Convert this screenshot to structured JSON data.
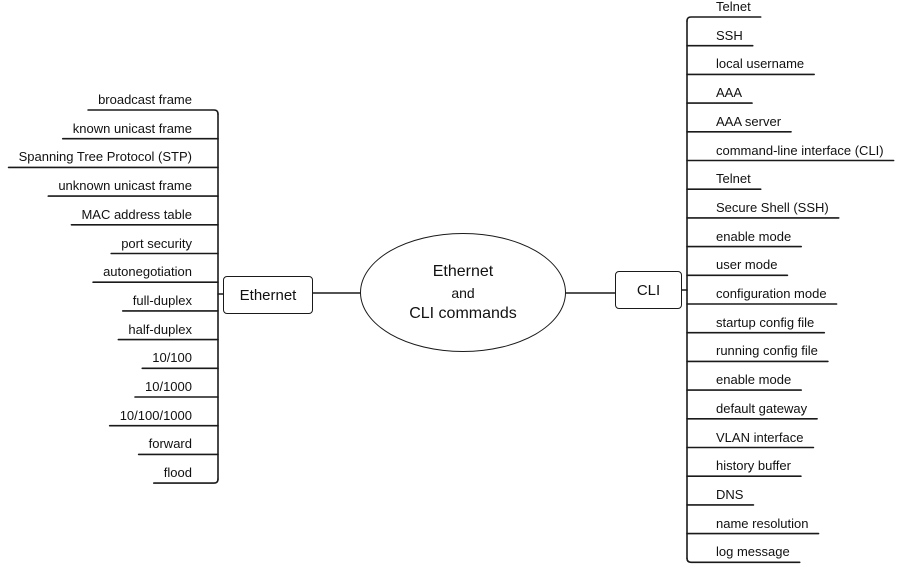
{
  "center": {
    "line1": "Ethernet",
    "line2": "and",
    "line3": "CLI commands"
  },
  "left_branch": {
    "label": "Ethernet",
    "items": [
      "broadcast frame",
      "known unicast frame",
      "Spanning Tree Protocol (STP)",
      "unknown unicast frame",
      "MAC address table",
      "port security",
      "autonegotiation",
      "full-duplex",
      "half-duplex",
      "10/100",
      "10/1000",
      "10/100/1000",
      "forward",
      "flood"
    ]
  },
  "right_branch": {
    "label": "CLI",
    "items": [
      "Telnet",
      "SSH",
      "local username",
      "AAA",
      "AAA server",
      "command-line interface (CLI)",
      "Telnet",
      "Secure Shell (SSH)",
      "enable mode",
      "user mode",
      "configuration mode",
      "startup config file",
      "running config file",
      "enable mode",
      "default gateway",
      "VLAN interface",
      "history buffer",
      "DNS",
      "name resolution",
      "log message"
    ]
  }
}
